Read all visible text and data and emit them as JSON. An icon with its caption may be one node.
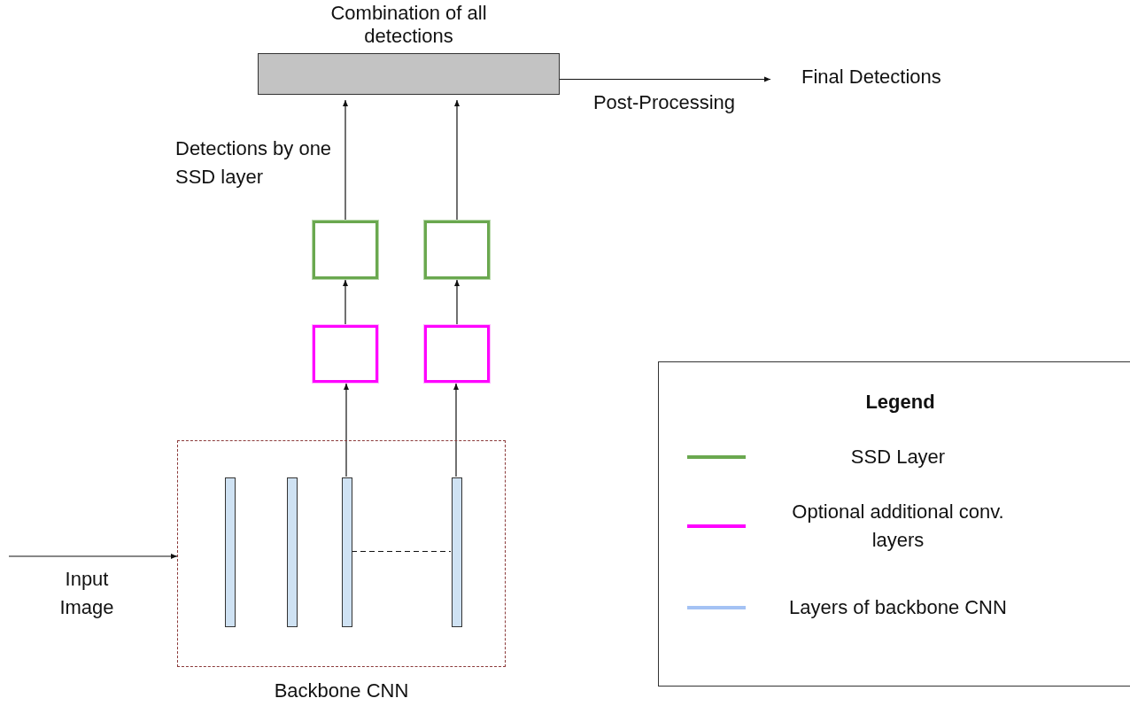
{
  "diagram": {
    "nodes": [
      {
        "text": [
          "Combination of all detections"
        ]
      },
      {
        "text": [
          "Final Detections"
        ]
      },
      {
        "text": [],
        "shape": "box"
      },
      {
        "text": [],
        "shape": "box"
      },
      {
        "text": [],
        "shape": "box"
      },
      {
        "text": [],
        "shape": "box"
      },
      {
        "text": [
          "Backbone CNN"
        ]
      },
      {
        "text": [],
        "shape": "bar",
        "in": 6
      },
      {
        "text": [],
        "shape": "bar",
        "in": 6
      },
      {
        "text": [],
        "shape": "bar",
        "in": 6
      },
      {
        "text": [],
        "shape": "bar",
        "in": 6
      }
    ],
    "edges": [
      {
        "from": 0,
        "to": 1,
        "arrow": "to",
        "label": "Post-Processing"
      },
      {
        "from": 2,
        "to": 0,
        "arrow": "to"
      },
      {
        "from": 3,
        "to": 0,
        "arrow": "to"
      },
      {
        "from": 4,
        "to": 2,
        "arrow": "to"
      },
      {
        "from": 5,
        "to": 3,
        "arrow": "to"
      },
      {
        "from": 9,
        "to": 4,
        "arrow": "to"
      },
      {
        "from": 10,
        "to": 5,
        "arrow": "to"
      },
      {
        "from": 9,
        "to": 10,
        "arrow": "none",
        "style": "dashed"
      },
      {
        "from": null,
        "to": 6,
        "arrow": "to",
        "label": "Input Image"
      }
    ],
    "labels": [
      "Detections by one SSD layer",
      "Legend"
    ],
    "legend": [
      {
        "text": "SSD Layer",
        "color": "#6aa84f"
      },
      {
        "text": "Optional additional conv. layers",
        "color": "#ff00ff"
      },
      {
        "text": "Layers of backbone CNN",
        "color": "#a4c2f4"
      }
    ]
  }
}
